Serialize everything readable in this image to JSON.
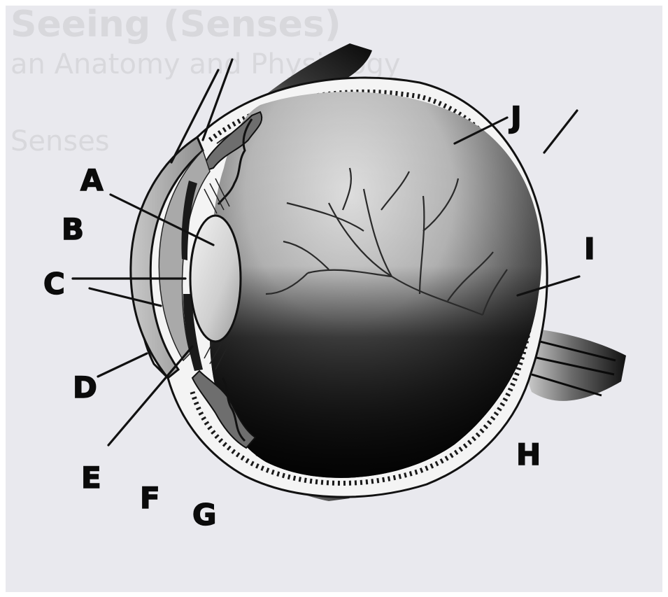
{
  "diagram": {
    "subject": "eye cross-section anatomy",
    "background_text": {
      "line1": "Seeing (Senses)",
      "line2": "an Anatomy and Physiology",
      "line3": "Senses"
    },
    "labels": [
      {
        "id": "A",
        "text": "A"
      },
      {
        "id": "B",
        "text": "B"
      },
      {
        "id": "C",
        "text": "C"
      },
      {
        "id": "D",
        "text": "D"
      },
      {
        "id": "E",
        "text": "E"
      },
      {
        "id": "F",
        "text": "F"
      },
      {
        "id": "G",
        "text": "G"
      },
      {
        "id": "H",
        "text": "H"
      },
      {
        "id": "I",
        "text": "I"
      },
      {
        "id": "J",
        "text": "J"
      }
    ],
    "colors": {
      "paper": "#e9e9ee",
      "ink": "#0b0b0b",
      "vitreous_light": "#dcdcdc",
      "vitreous_dark": "#0c0c0c"
    }
  }
}
